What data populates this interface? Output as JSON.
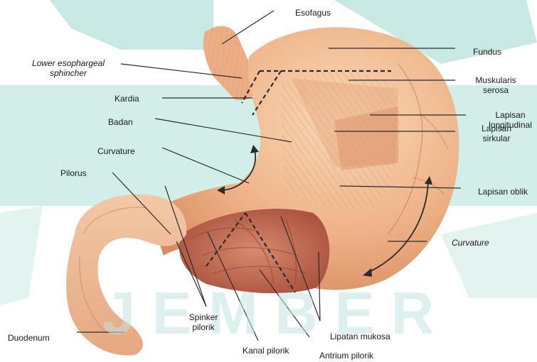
{
  "labels": {
    "esofagus": "Esofagus",
    "fundus": "Fundus",
    "les_line1": "Lower esophargeal",
    "les_line2": "sphincher",
    "muskularis_line1": "Muskularis",
    "muskularis_line2": "serosa",
    "kardia": "Kardia",
    "lapisan_long_line1": "Lapisan",
    "lapisan_long_line2": "longitudinal",
    "badan": "Badan",
    "lapisan_sirk_line1": "Lapisan",
    "lapisan_sirk_line2": "sirkular",
    "curvature_lesser": "Curvature",
    "pilorus": "Pilorus",
    "lapisan_oblik": "Lapisan oblik",
    "curvature_greater": "Curvature",
    "spinker_line1": "Spinker",
    "spinker_line2": "pilorik",
    "duodenum": "Duodenum",
    "lipatan_mukosa": "Lipatan mukosa",
    "kanal_pilorik": "Kanal pilorik",
    "antrium_pilorik": "Antrium pilorik"
  },
  "watermark_text": "J E M B E R",
  "colors": {
    "watermark_teal": "#bfe4df",
    "stomach_light": "#f4c7a0",
    "stomach_mid": "#e8a377",
    "stomach_dark": "#c97150",
    "interior": "#b85f4e",
    "line": "#2b2b2b"
  }
}
